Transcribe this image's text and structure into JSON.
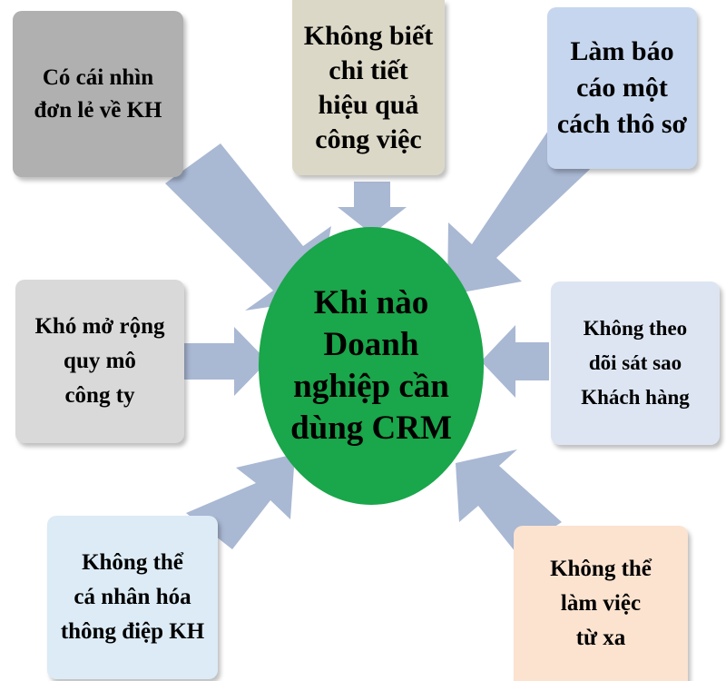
{
  "center": {
    "text": "Khi nào\nDoanh\nnghiệp cần\ndùng CRM",
    "color": "#1aa64a"
  },
  "arrow_color": "#a9b8d3",
  "boxes": [
    {
      "id": "top-left",
      "text": "Có cái nhìn\nđơn lẻ về KH",
      "color": "#b0b0b0"
    },
    {
      "id": "top-center",
      "text": "Không biết\nchi tiết\nhiệu quả\ncông việc",
      "color": "#dcd8c7"
    },
    {
      "id": "top-right",
      "text": "Làm báo\ncáo một\ncách thô sơ",
      "color": "#c6d6ee"
    },
    {
      "id": "mid-left",
      "text": "Khó mở rộng\nquy mô\ncông ty",
      "color": "#d9d9d9"
    },
    {
      "id": "mid-right",
      "text": "Không theo\ndõi sát sao\nKhách hàng",
      "color": "#dde5f2"
    },
    {
      "id": "bottom-left",
      "text": "Không thể\ncá nhân hóa\nthông điệp KH",
      "color": "#dcebf5"
    },
    {
      "id": "bottom-right",
      "text": "Không thể\nlàm việc\ntừ xa",
      "color": "#fbe3d0"
    }
  ]
}
